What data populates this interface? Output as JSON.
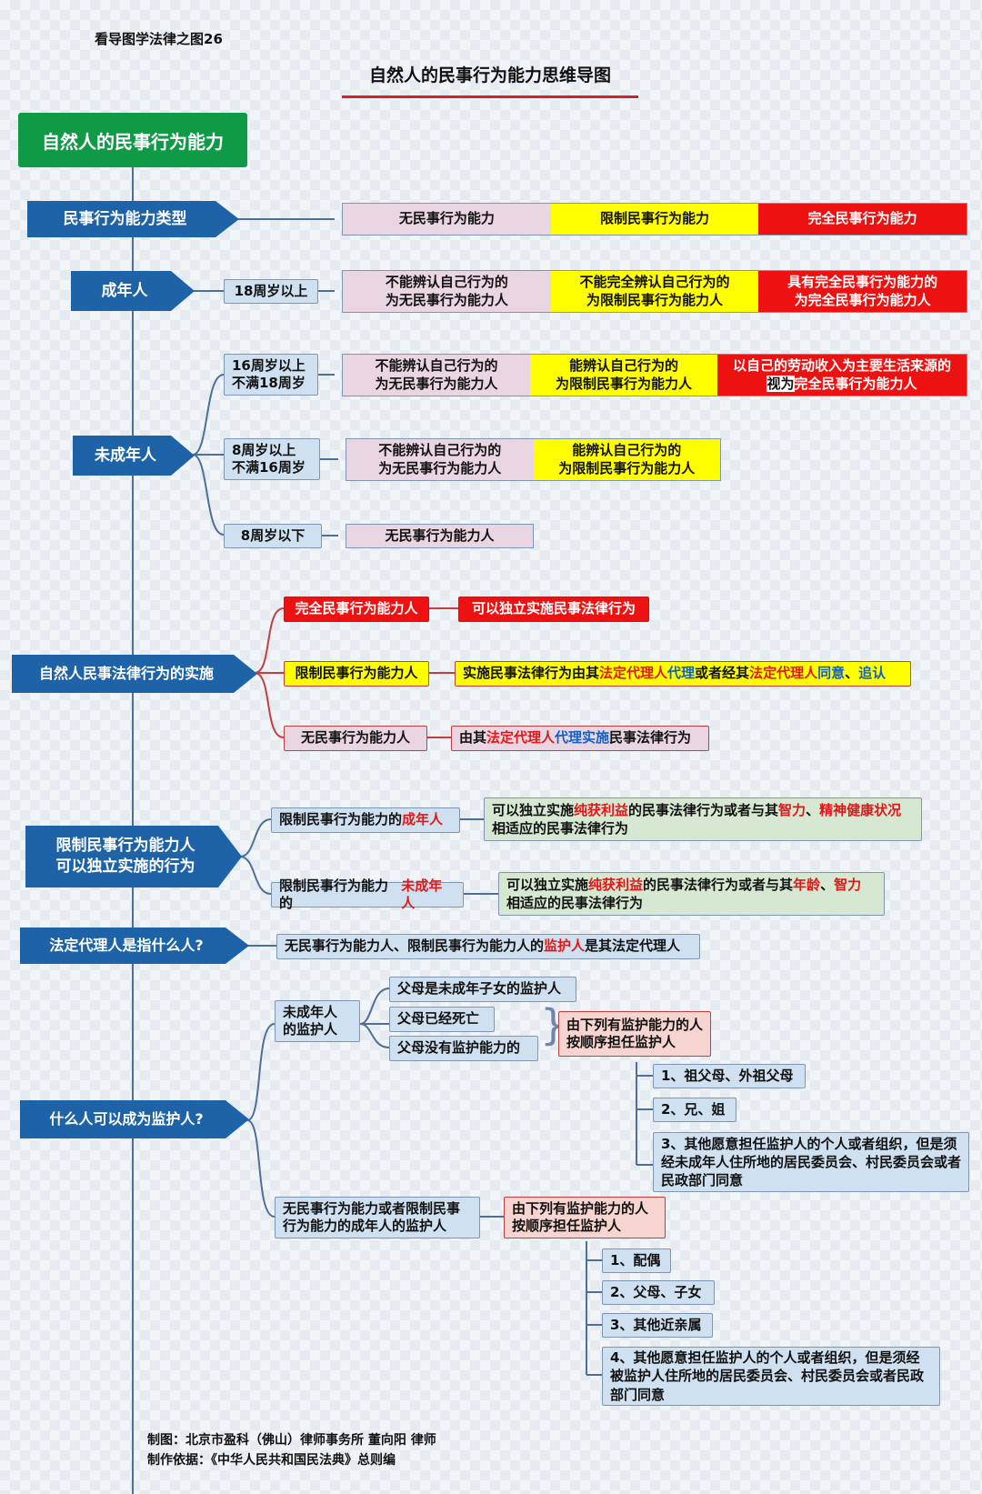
{
  "header": {
    "series_label": "看导图学法律之图26",
    "title": "自然人的民事行为能力思维导图"
  },
  "root": "自然人的民事行为能力",
  "types": {
    "label": "民事行为能力类型",
    "items": [
      "无民事行为能力",
      "限制民事行为能力",
      "完全民事行为能力"
    ]
  },
  "adult": {
    "label": "成年人",
    "age": "18周岁以上",
    "items": [
      "不能辨认自己行为的\n为无民事行为能力人",
      "不能完全辨认自己行为的\n为限制民事行为能力人",
      "具有完全民事行为能力的\n为完全民事行为能力人"
    ]
  },
  "minor": {
    "label": "未成年人",
    "age16": "16周岁以上\n不满18周岁",
    "row16": [
      "不能辨认自己行为的\n为无民事行为能力人",
      "能辨认自己行为的\n为限制民事行为能力人"
    ],
    "row16_full": "以自己的劳动收入为主要生活来源的",
    "row16_full_2a": "视为",
    "row16_full_2b": "完全民事行为能力人",
    "age8": "8周岁以上\n不满16周岁",
    "row8": [
      "不能辨认自己行为的\n为无民事行为能力人",
      "能辨认自己行为的\n为限制民事行为能力人"
    ],
    "age_under8": "8周岁以下",
    "row_under8": "无民事行为能力人"
  },
  "implementation": {
    "label": "自然人民事法律行为的实施",
    "full_label": "完全民事行为能力人",
    "full_desc": "可以独立实施民事法律行为",
    "limited_label": "限制民事行为能力人",
    "limited_desc": {
      "a": "实施民事法律行为由其",
      "b": "法定代理人",
      "c": "代理",
      "d": "或者经其",
      "e": "法定代理人",
      "f": "同意",
      "g": "、",
      "h": "追认"
    },
    "none_label": "无民事行为能力人",
    "none_desc": {
      "a": "由其",
      "b": "法定代理人",
      "c": "代理实施",
      "d": "民事法律行为"
    }
  },
  "independent": {
    "label_line1": "限制民事行为能力人",
    "label_line2": "可以独立实施的行为",
    "adult_label_a": "限制民事行为能力的",
    "adult_label_b": "成年人",
    "adult_desc": {
      "a": "可以独立实施",
      "b": "纯获利益",
      "c": "的民事法律行为或者与其",
      "d": "智力",
      "e": "、",
      "f": "精神健康状况",
      "g": "相适应的民事法律行为"
    },
    "minor_label_a": "限制民事行为能力的",
    "minor_label_b": "未成年人",
    "minor_desc": {
      "a": "可以独立实施",
      "b": "纯获利益",
      "c": "的民事法律行为或者与其",
      "d": "年龄",
      "e": "、",
      "f": "智力",
      "g": "相适应的民事法律行为"
    }
  },
  "legal_rep": {
    "label": "法定代理人是指什么人?",
    "desc_a": "无民事行为能力人、限制民事行为能力人的",
    "desc_b": "监护人",
    "desc_c": "是其法定代理人"
  },
  "guardian": {
    "label": "什么人可以成为监护人?",
    "minor_label": "未成年人\n的监护人",
    "minor_items": [
      "父母是未成年子女的监护人",
      "父母已经死亡",
      "父母没有监护能力的"
    ],
    "minor_order": "由下列有监护能力的人\n按顺序担任监护人",
    "minor_list": [
      "1、祖父母、外祖父母",
      "2、兄、姐",
      "3、其他愿意担任监护人的个人或者组织，但是须经未成年人住所地的居民委员会、村民委员会或者民政部门同意"
    ],
    "adult_label": "无民事行为能力或者限制民事\n行为能力的成年人的监护人",
    "adult_order": "由下列有监护能力的人\n按顺序担任监护人",
    "adult_list": [
      "1、配偶",
      "2、父母、子女",
      "3、其他近亲属",
      "4、其他愿意担任监护人的个人或者组织，但是须经被监护人住所地的居民委员会、村民委员会或者民政部门同意"
    ]
  },
  "footer": {
    "author": "制图：北京市盈科（佛山）律师事务所  董向阳 律师",
    "basis": "制作依据：《中华人民共和国民法典》总则编"
  },
  "colors": {
    "root": "#0f9a45",
    "branch": "#1e63a8",
    "none": "#ead6e2",
    "limited": "#ffff00",
    "full": "#ee1111",
    "emphasis_red": "#e01818",
    "emphasis_blue": "#1160c8"
  }
}
